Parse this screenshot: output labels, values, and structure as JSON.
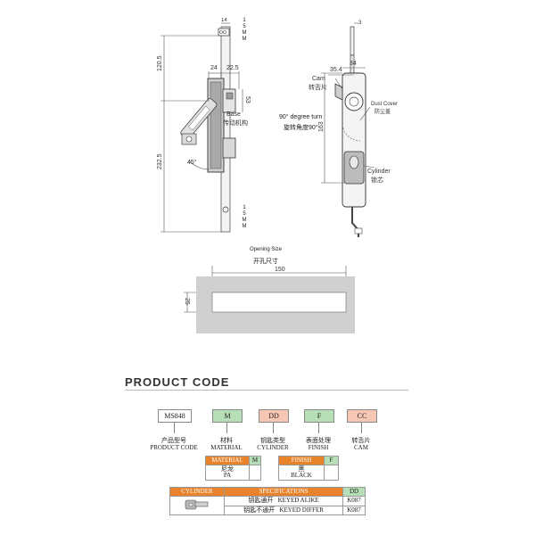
{
  "drawing_left": {
    "dim_top_width": "14",
    "dim_vertical_upper": "120.5",
    "dim_vertical_lower": "232.5",
    "dim_width_24": "24",
    "dim_width_22_5": "22.5",
    "dim_height_53": "53",
    "dim_angle": "45°",
    "mark_top": "1\n5\nM\nM",
    "mark_bottom": "1\n5\nM\nM",
    "base_en": "Base",
    "base_cn": "传动机构"
  },
  "drawing_right": {
    "dim_top": "3",
    "dim_34": "34",
    "dim_35_4": "35.4",
    "dim_163": "163",
    "cam_en": "Cam",
    "cam_cn": "转舌片",
    "turn_en": "90° degree turn",
    "turn_cn": "旋转角度90°",
    "dust_en": "Dust Cover",
    "dust_cn": "防尘盖",
    "cyl_en": "Cylinder",
    "cyl_cn": "锁芯"
  },
  "opening": {
    "title_en": "Opening Size",
    "title_cn": "开孔尺寸",
    "width": "150",
    "height": "25"
  },
  "product_code": {
    "heading": "PRODUCT CODE",
    "boxes": [
      {
        "code": "MS848",
        "color": "#ffffff",
        "cn": "产品型号",
        "en": "PRODUCT CODE"
      },
      {
        "code": "M",
        "color": "#b7dfb7",
        "cn": "材料",
        "en": "MATERIAL"
      },
      {
        "code": "DD",
        "color": "#f6c7b3",
        "cn": "钥匙类型",
        "en": "CYLINDER"
      },
      {
        "code": "F",
        "color": "#b7dfb7",
        "cn": "表面处理",
        "en": "FINISH"
      },
      {
        "code": "CC",
        "color": "#f6c7b3",
        "cn": "转舌片",
        "en": "CAM"
      }
    ],
    "material_table": {
      "header": "MATERIAL",
      "code": "M",
      "cn": "尼龙",
      "en": "PA"
    },
    "finish_table": {
      "header": "FINISH",
      "code": "F",
      "cn": "黑",
      "en": "BLACK"
    },
    "cylinder_table": {
      "headers": [
        "CYLINDER",
        "SPECIFICATIONS",
        "DD"
      ],
      "rows": [
        {
          "spec_cn": "钥匙通开",
          "spec_en": "KEYED ALIKE",
          "code": "K087"
        },
        {
          "spec_cn": "钥匙不通开",
          "spec_en": "KEYED DIFFER",
          "code": "K087"
        }
      ]
    }
  }
}
